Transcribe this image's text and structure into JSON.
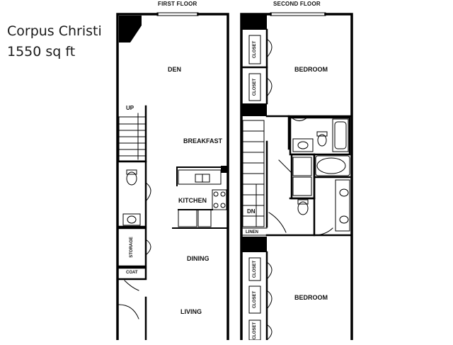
{
  "listing": {
    "name": "Corpus Christi",
    "area": "1550 sq ft"
  },
  "floors": {
    "first": {
      "title": "FIRST FLOOR",
      "rooms": {
        "den": "DEN",
        "breakfast": "BREAKFAST",
        "kitchen": "KITCHEN",
        "dining": "DINING",
        "living": "LIVING",
        "storage": "STORAGE",
        "coat": "COAT",
        "up": "UP"
      }
    },
    "second": {
      "title": "SECOND FLOOR",
      "rooms": {
        "bedroom_top": "BEDROOM",
        "bedroom_bottom": "BEDROOM",
        "closet_1": "CLOSET",
        "closet_2": "CLOSET",
        "closet_3": "CLOSET",
        "closet_4": "CLOSET",
        "closet_5": "CLOSET",
        "linen": "LINEN",
        "dn": "DN"
      }
    }
  },
  "colors": {
    "wall": "#000000",
    "line": "#222222",
    "caption": "#1a1a1a"
  }
}
